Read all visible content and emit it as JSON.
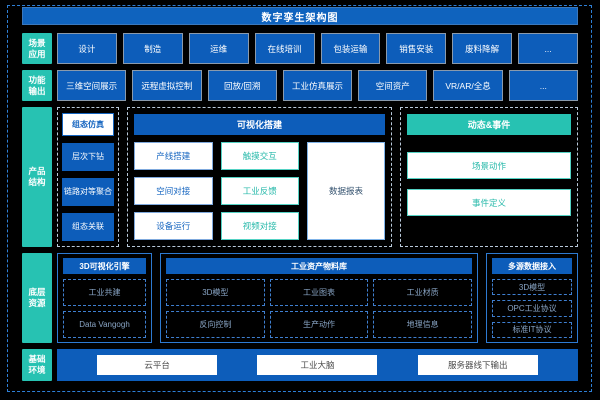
{
  "title": "数字孪生架构图",
  "colors": {
    "accent_blue": "#0d5dba",
    "accent_teal": "#27c2b2",
    "background": "#000000"
  },
  "scene": {
    "label": "场景应用",
    "items": [
      "设计",
      "制造",
      "运维",
      "在线培训",
      "包装运输",
      "销售安装",
      "废料降解",
      "..."
    ]
  },
  "functions": {
    "label": "功能输出",
    "items": [
      "三维空间展示",
      "远程虚拟控制",
      "回放/回溯",
      "工业仿真展示",
      "空间资产",
      "VR/AR/全息",
      "..."
    ]
  },
  "product": {
    "label": "产品结构",
    "config_column": {
      "featured": "组态仿真",
      "items": [
        "层次下钻",
        "链路对等聚合",
        "组态关联"
      ]
    },
    "visual": {
      "header": "可视化搭建",
      "build_items": [
        "产线搭建",
        "空间对接",
        "设备运行"
      ],
      "interact_items": [
        "触摸交互",
        "工业反馈",
        "视频对接"
      ],
      "report": "数据报表"
    },
    "dynamic": {
      "header": "动态&事件",
      "items": [
        "场景动作",
        "事件定义"
      ]
    }
  },
  "resources": {
    "label": "底层资源",
    "groups": [
      {
        "header": "3D可视化引擎",
        "items": [
          "工业共建",
          "Data Vangogh"
        ]
      },
      {
        "header": "工业资产物料库",
        "items": [
          "3D模型",
          "工业图表",
          "工业材质",
          "反向控制",
          "生产动作",
          "地理信息"
        ]
      },
      {
        "header": "多源数据接入",
        "items": [
          "3D模型",
          "OPC工业协议",
          "标准IT协议"
        ]
      }
    ]
  },
  "base": {
    "label": "基础环境",
    "items": [
      "云平台",
      "工业大脑",
      "服务器线下输出"
    ]
  }
}
